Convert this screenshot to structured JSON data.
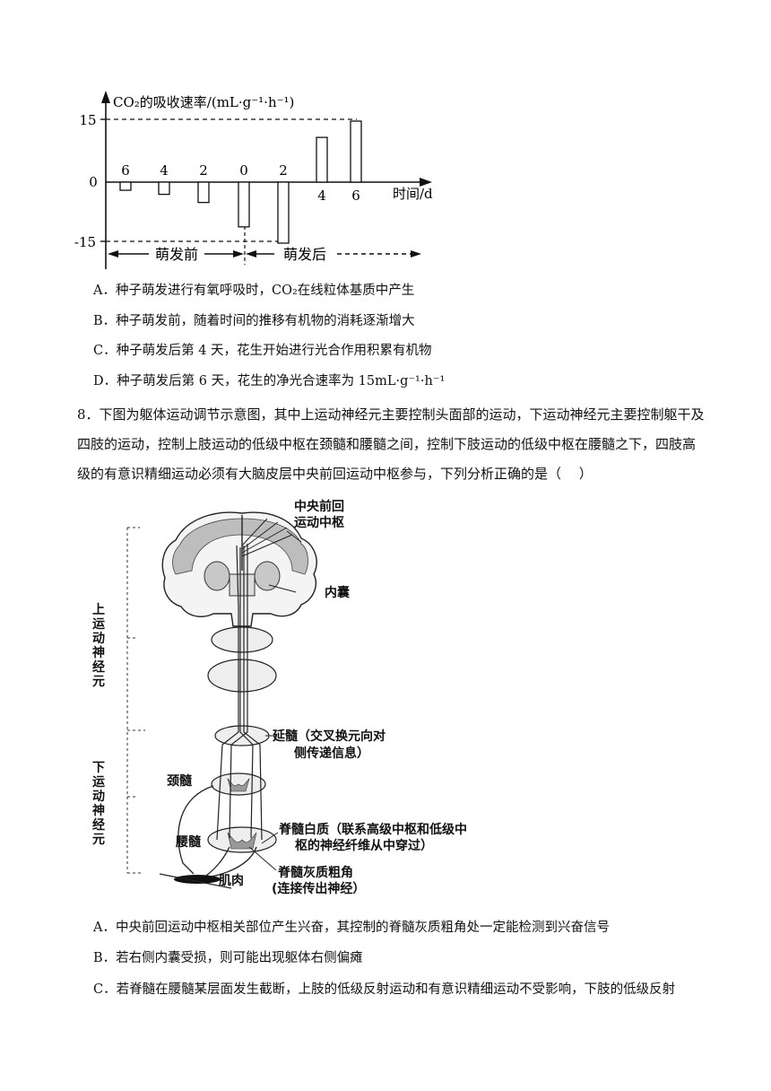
{
  "chart_data": {
    "type": "bar",
    "ylabel": "CO₂的吸收速率/(mL·g⁻¹·h⁻¹)",
    "xlabel": "时间/d",
    "yticks": [
      "15",
      "0",
      "-15"
    ],
    "ylim": [
      -15,
      15
    ],
    "categories": [
      "6",
      "4",
      "2",
      "0",
      "2",
      "4",
      "6"
    ],
    "values": [
      -2,
      -3,
      -5,
      -11,
      -15,
      11,
      15
    ],
    "phase_before": "萌发前",
    "phase_after": "萌发后"
  },
  "options1": {
    "a": "A．种子萌发进行有氧呼吸时，CO₂在线粒体基质中产生",
    "b": "B．种子萌发前，随着时间的推移有机物的消耗逐渐增大",
    "c": "C．种子萌发后第 4 天，花生开始进行光合作用积累有机物",
    "d": "D．种子萌发后第 6 天，花生的净光合速率为 15mL·g⁻¹·h⁻¹"
  },
  "question8": {
    "line1": "8．下图为躯体运动调节示意图，其中上运动神经元主要控制头面部的运动，下运动神经元主要控制躯干及",
    "line2": "四肢的运动，控制上肢运动的低级中枢在颈髓和腰髓之间，控制下肢运动的低级中枢在腰髓之下，四肢高",
    "line3": "级的有意识精细运动必须有大脑皮层中央前回运动中枢参与，下列分析正确的是（　 ）"
  },
  "diagram": {
    "cortex1": "中央前回",
    "cortex2": "运动中枢",
    "capsule": "内囊",
    "upper": "上运动神经元",
    "lower": "下运动神经元",
    "medulla1": "延髓（交叉换元向对",
    "medulla2": "侧传递信息）",
    "cervical": "颈髓",
    "lumbar": "腰髓",
    "white1": "脊髓白质（联系高级中枢和低级中",
    "white2": "枢的神经纤维从中穿过）",
    "gray1": "脊髓灰质粗角",
    "gray2": "(连接传出神经）",
    "muscle": "肌肉"
  },
  "options2": {
    "a": "A．中央前回运动中枢相关部位产生兴奋，其控制的脊髓灰质粗角处一定能检测到兴奋信号",
    "b": "B．若右侧内囊受损，则可能出现躯体右侧偏瘫",
    "c": "C．若脊髓在腰髓某层面发生截断，上肢的低级反射运动和有意识精细运动不受影响，下肢的低级反射"
  }
}
